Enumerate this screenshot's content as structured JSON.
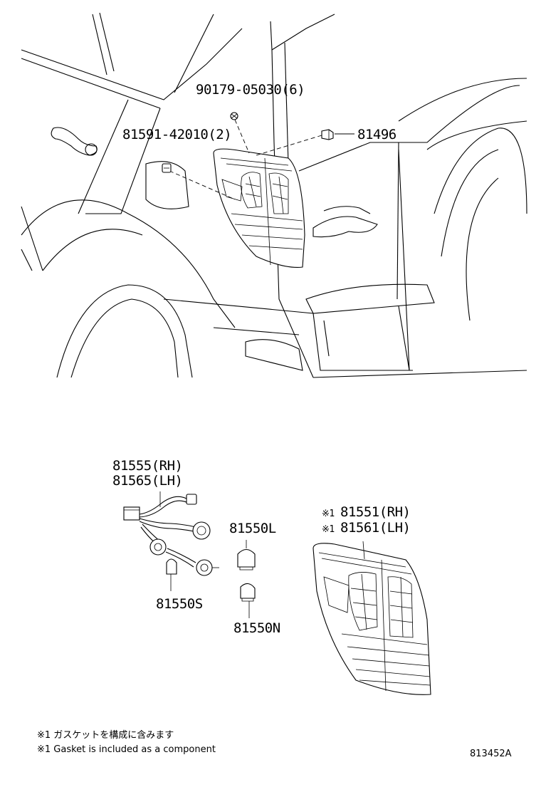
{
  "callouts": {
    "screw": "90179-05030(6)",
    "clip": "81591-42010(2)",
    "nut": "81496",
    "socket_rh": "81555(RH)",
    "socket_lh": "81565(LH)",
    "bulb_l": "81550L",
    "bulb_s": "81550S",
    "bulb_n": "81550N",
    "lamp_rh": "81551(RH)",
    "lamp_lh": "81561(LH)",
    "mark": "※1"
  },
  "notes": {
    "jp": "※1 ガスケットを構成に含みます",
    "en": "※1 Gasket is included as a component"
  },
  "illustration_id": "813452A"
}
